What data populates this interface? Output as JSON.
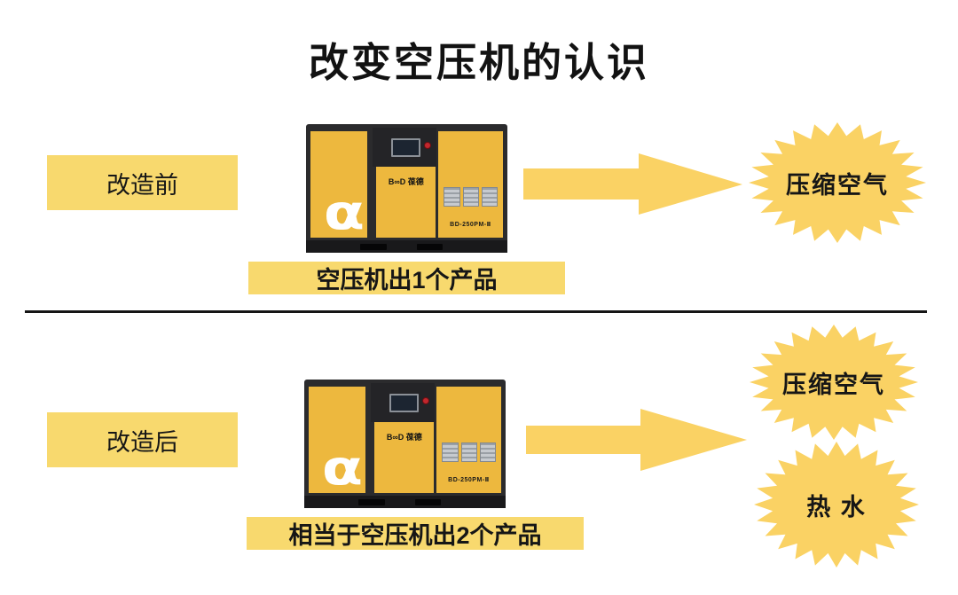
{
  "title": "改变空压机的认识",
  "colors": {
    "box_yellow": "#F8D96E",
    "shape_yellow": "#FAD264",
    "machine_yellow": "#EDB83E",
    "machine_dark": "#2B2B2D"
  },
  "machine": {
    "brand": "B∞D 葆德",
    "model": "BD-250PM-Ⅱ",
    "logo_glyph": "α"
  },
  "sections": {
    "before": {
      "label": "改造前",
      "caption": "空压机出1个产品",
      "outputs": [
        "压缩空气"
      ]
    },
    "after": {
      "label": "改造后",
      "caption": "相当于空压机出2个产品",
      "outputs": [
        "压缩空气",
        "热 水"
      ]
    }
  }
}
